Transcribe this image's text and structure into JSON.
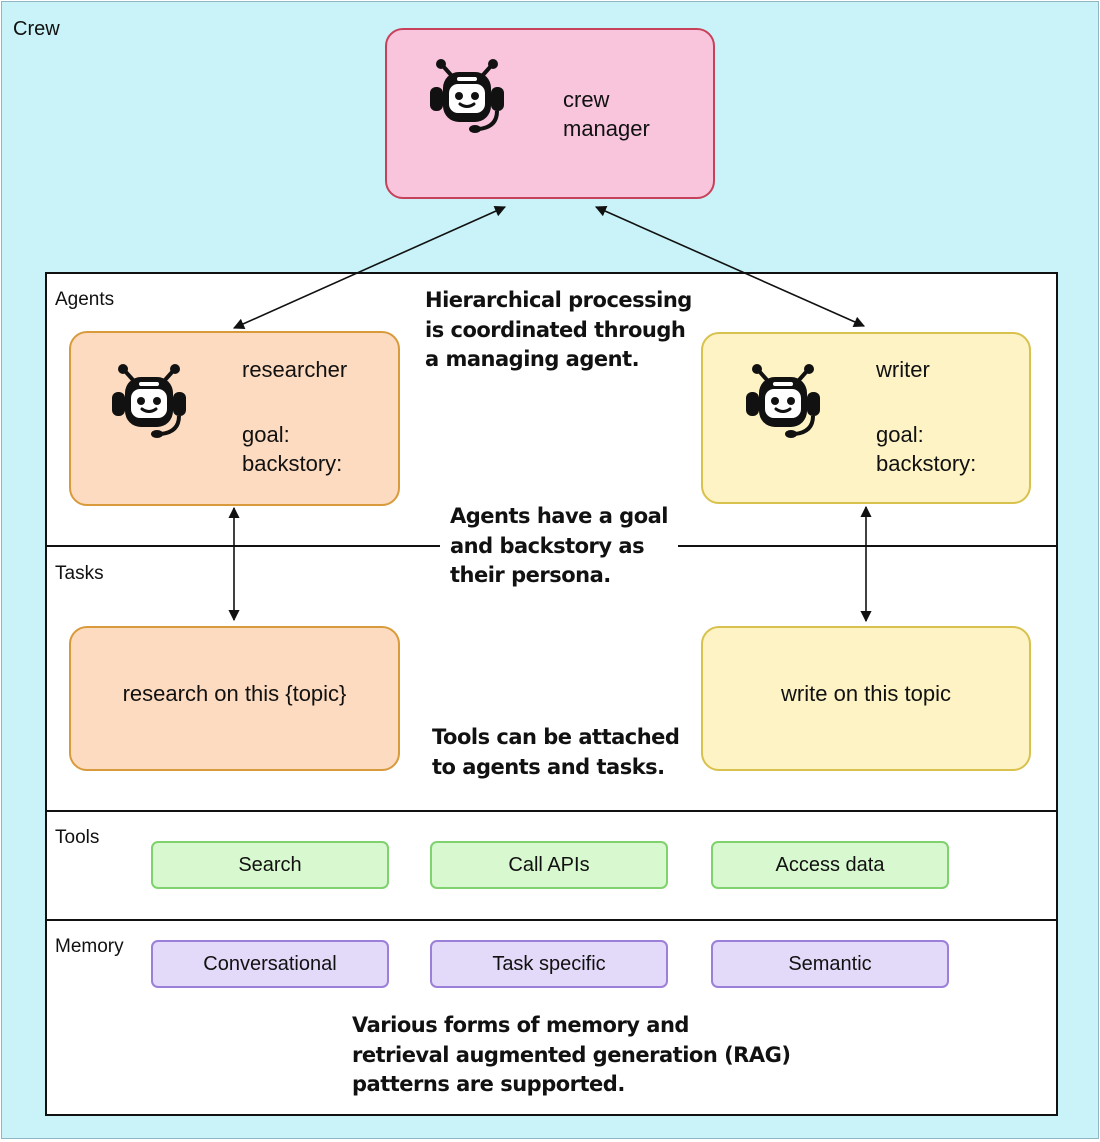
{
  "crew": {
    "label": "Crew"
  },
  "manager": {
    "line1": "crew",
    "line2": "manager"
  },
  "sections": {
    "agents": "Agents",
    "tasks": "Tasks",
    "tools": "Tools",
    "memory": "Memory"
  },
  "agents": [
    {
      "name": "researcher",
      "goal": "goal:",
      "backstory": "backstory:"
    },
    {
      "name": "writer",
      "goal": "goal:",
      "backstory": "backstory:"
    }
  ],
  "tasks": [
    "research on this {topic}",
    "write on this topic"
  ],
  "tools": [
    "Search",
    "Call APIs",
    "Access data"
  ],
  "memory": [
    "Conversational",
    "Task specific",
    "Semantic"
  ],
  "callouts": {
    "hierarchical": "Hierarchical processing\nis coordinated through\na managing agent.",
    "persona": "Agents have a goal\nand backstory as\ntheir persona.",
    "tools": "Tools can be attached\nto agents and tasks.",
    "memory": "Various forms of memory and\nretrieval augmented generation (RAG)\npatterns are supported."
  },
  "colors": {
    "background": "#c9f3f8",
    "manager_fill": "#f8c5dd",
    "manager_border": "#c8415a",
    "researcher_fill": "#fddbc0",
    "researcher_border": "#d99a3c",
    "writer_fill": "#fdf3c4",
    "writer_border": "#d8c14c",
    "tool_fill": "#d8f8cf",
    "tool_border": "#7fd26e",
    "memory_fill": "#e3d9f8",
    "memory_border": "#9c7fd8"
  },
  "icons": {
    "agent": "robot-headset-icon"
  }
}
